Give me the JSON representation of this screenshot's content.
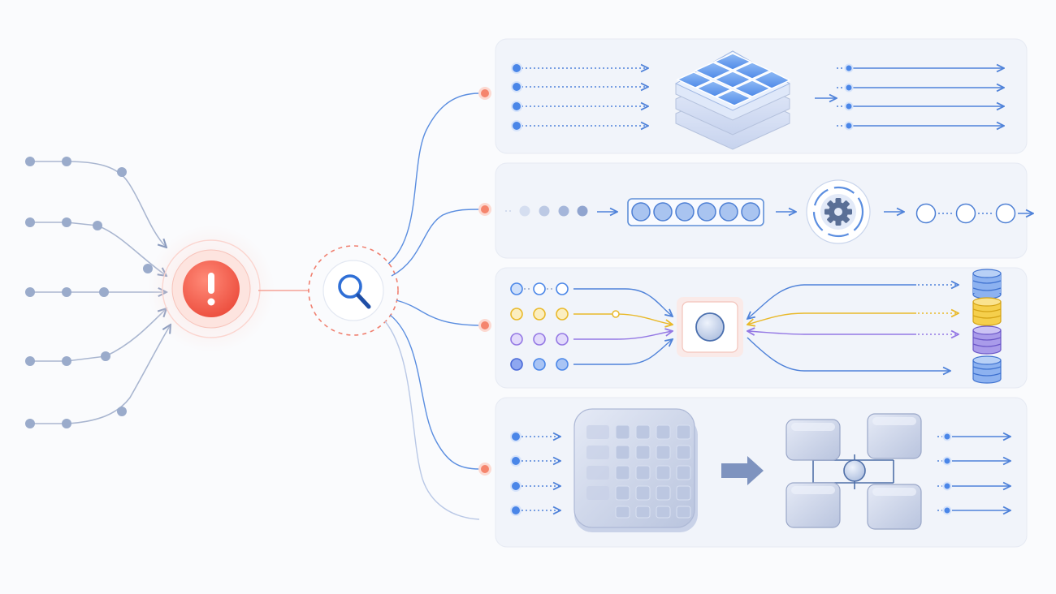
{
  "title": "",
  "colors": {
    "background": "#fafbfd",
    "panel_fill": "#f1f4fa",
    "panel_stroke": "#e6eaf3",
    "input_node": "#9aabcb",
    "input_line": "#a9b6d0",
    "alert": "#f0614f",
    "alert_halo": "#fbd5cf",
    "connector_dot": "#f5856d",
    "blue": "#4a86e8",
    "blue_dark": "#3f6fcf",
    "line_blue": "#5b8ee0",
    "yellow": "#f2c73b",
    "purple": "#9b82e6",
    "slate": "#b5c2dd"
  },
  "nodes": {
    "alert": {
      "icon": "exclamation-icon"
    },
    "inspector": {
      "icon": "magnifier-icon"
    }
  },
  "lanes": [
    {
      "id": "batch-table",
      "icon": "stacked-grid-icon"
    },
    {
      "id": "queue-processor",
      "icon": "gear-icon"
    },
    {
      "id": "merge-hub",
      "icon": "hub-node-icon"
    },
    {
      "id": "partition-network",
      "icon": "cube-grid-icon"
    }
  ]
}
